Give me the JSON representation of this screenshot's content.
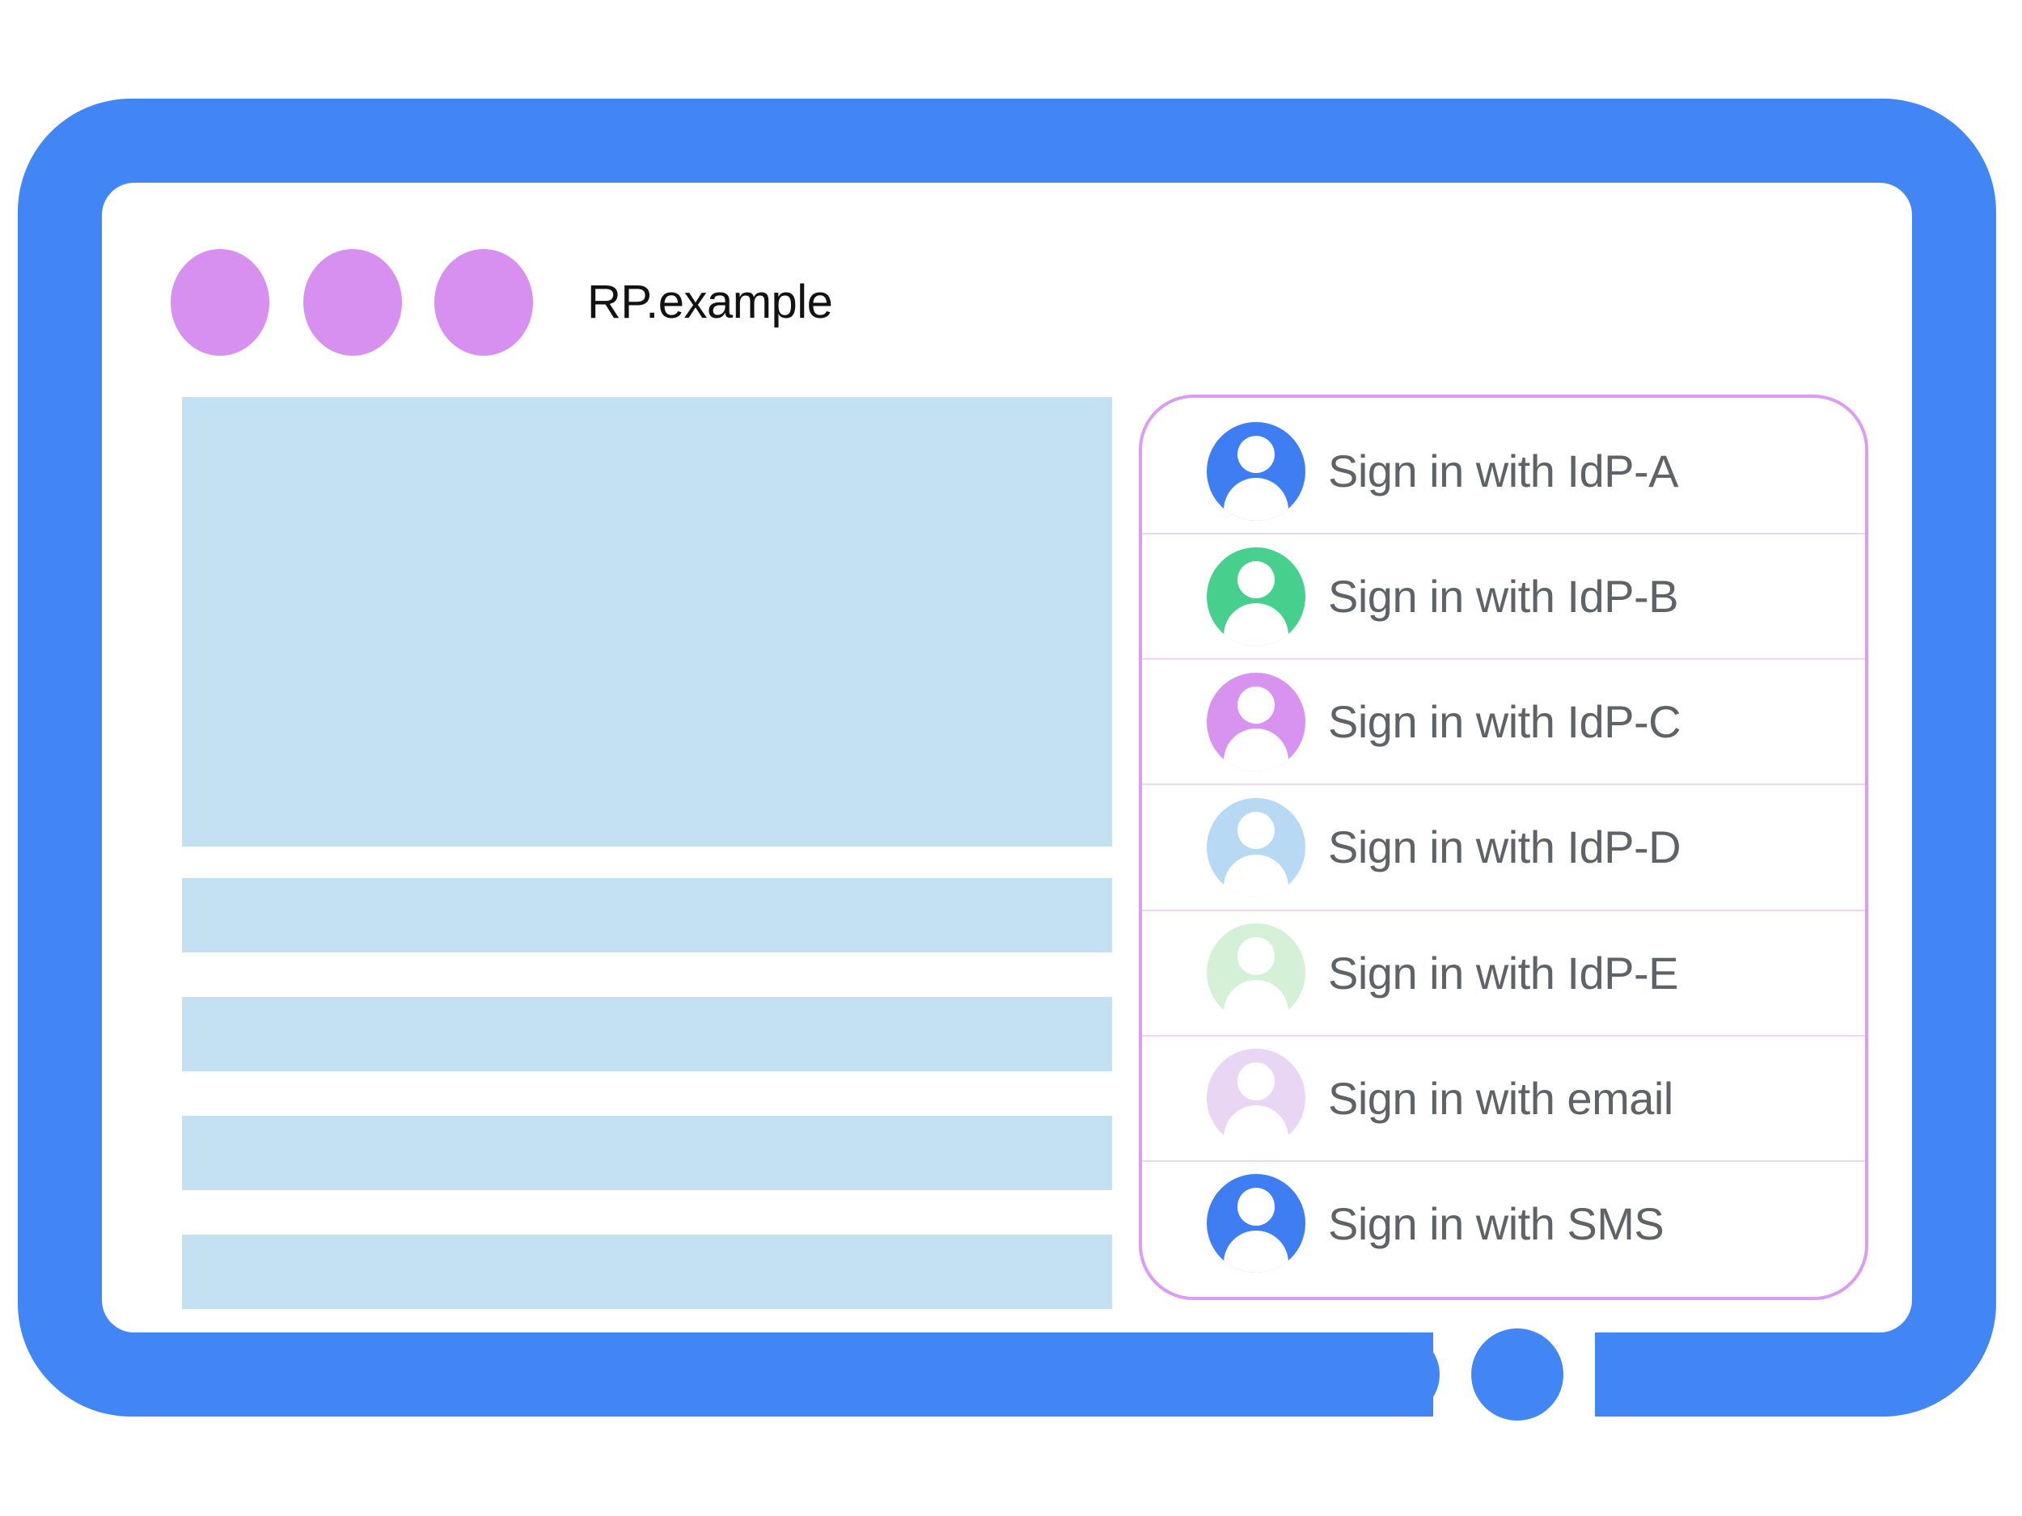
{
  "window": {
    "title": "RP.example"
  },
  "colors": {
    "frame_blue": "#4285F4",
    "window_dot": "#D78FF0",
    "placeholder_blue": "#C4E0F3",
    "panel_border": "#DB9CF2",
    "panel_divider": "#F1D5F7",
    "label_text": "#5F6368",
    "title_text": "#121212"
  },
  "signin_panel": {
    "options": [
      {
        "label": "Sign in with IdP-A",
        "avatar_color": "#3E7EF2"
      },
      {
        "label": "Sign in with IdP-B",
        "avatar_color": "#47CF8D"
      },
      {
        "label": "Sign in with IdP-C",
        "avatar_color": "#D893F1"
      },
      {
        "label": "Sign in with IdP-D",
        "avatar_color": "#B7D9F3"
      },
      {
        "label": "Sign in with IdP-E",
        "avatar_color": "#D4F1D8"
      },
      {
        "label": "Sign in with email",
        "avatar_color": "#E8D6F4"
      },
      {
        "label": "Sign in with SMS",
        "avatar_color": "#3E7EF2"
      }
    ]
  }
}
